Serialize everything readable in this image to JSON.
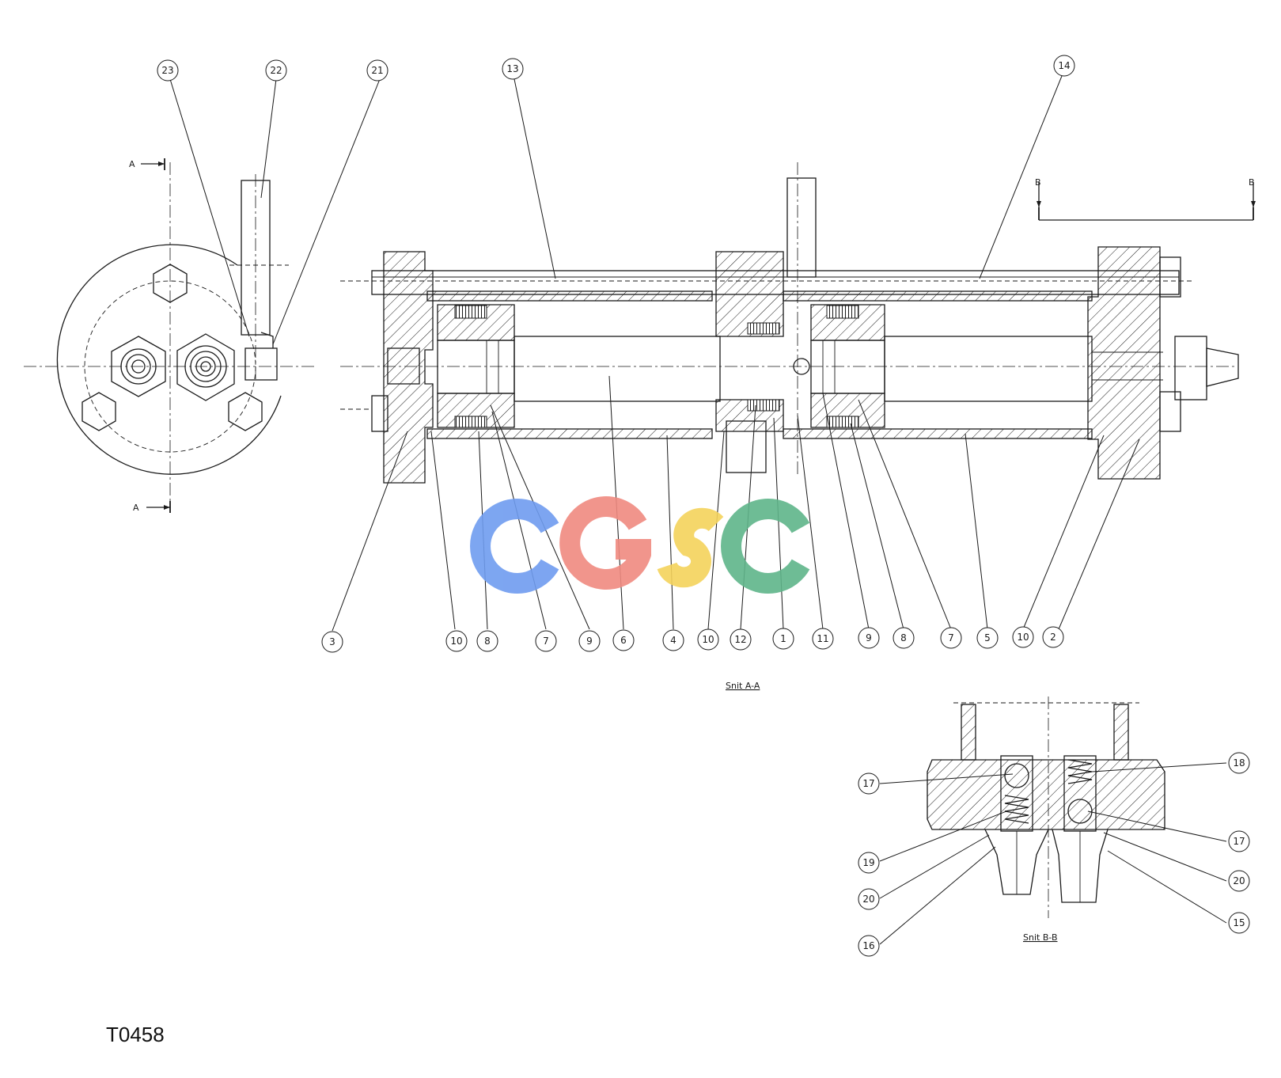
{
  "document_code": "T0458",
  "section_titles": {
    "aa": "Snit A-A",
    "bb": "Snit B-B"
  },
  "section_markers": {
    "a_top": "A",
    "a_bottom": "A",
    "b_left": "B",
    "b_right": "B"
  },
  "watermark": {
    "text": "CGSC",
    "letters": [
      "C",
      "G",
      "S",
      "C"
    ],
    "colors": [
      "#6f9cf0",
      "#f08a80",
      "#f5d35c",
      "#5fb58a"
    ]
  },
  "balloons": {
    "b23": "23",
    "b22": "22",
    "b21": "21",
    "b13": "13",
    "b14": "14",
    "b3": "3",
    "b10a": "10",
    "b8a": "8",
    "b7a": "7",
    "b9a": "9",
    "b6": "6",
    "b4": "4",
    "b10b": "10",
    "b12": "12",
    "b1": "1",
    "b11": "11",
    "b9b": "9",
    "b8b": "8",
    "b7b": "7",
    "b5": "5",
    "b10c": "10",
    "b2": "2",
    "b17a": "17",
    "b18": "18",
    "b17b": "17",
    "b19": "19",
    "b20a": "20",
    "b20b": "20",
    "b16": "16",
    "b15": "15"
  }
}
